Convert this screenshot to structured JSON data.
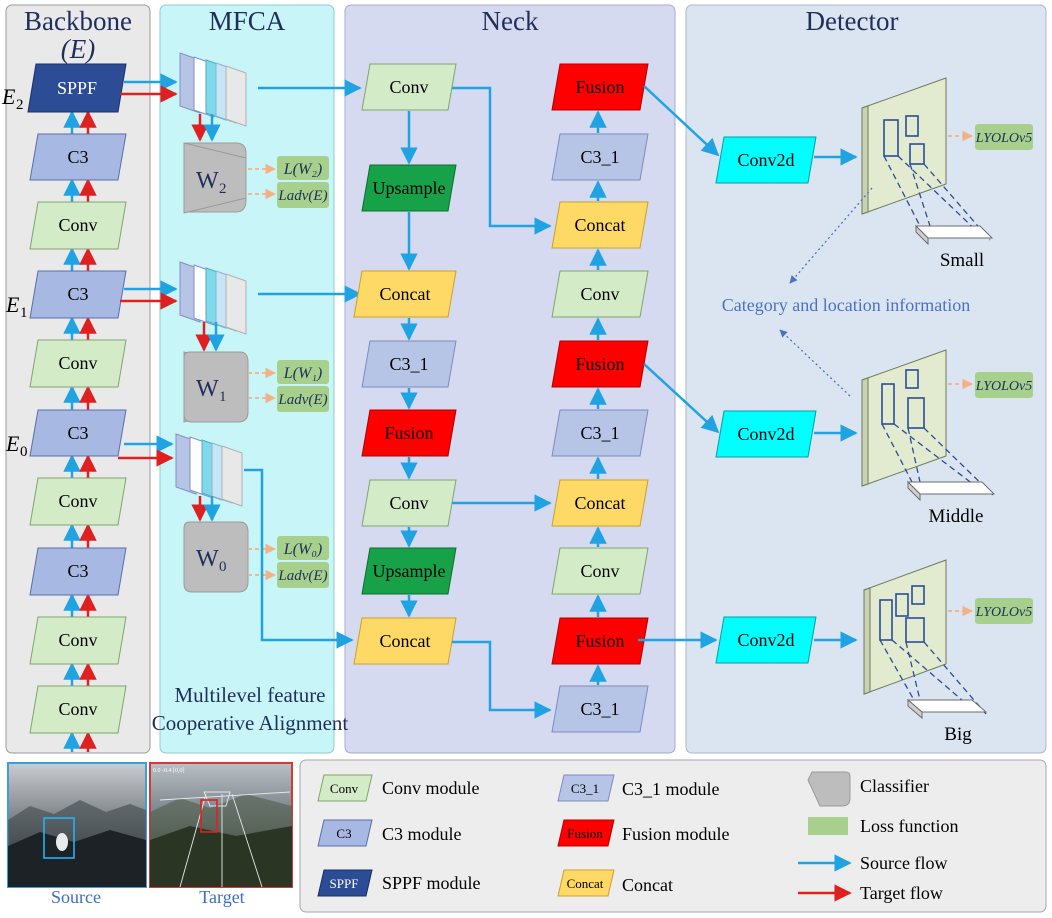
{
  "sections": {
    "backbone": "Backbone",
    "backbone_sub": "(E)",
    "mfca": "MFCA",
    "neck": "Neck",
    "detector": "Detector"
  },
  "backbone": {
    "sppf": "SPPF",
    "c3": "C3",
    "conv": "Conv",
    "e2": "E",
    "e2_sub": "2",
    "e1": "E",
    "e1_sub": "1",
    "e0": "E",
    "e0_sub": "0"
  },
  "mfca": {
    "w2": "W",
    "w2_sub": "2",
    "w1": "W",
    "w1_sub": "1",
    "w0": "W",
    "w0_sub": "0",
    "loss_w2": "L(W₂)",
    "loss_w1": "L(W₁)",
    "loss_w0": "L(W₀)",
    "loss_adv": "Ladv(E)",
    "caption_line1": "Multilevel feature",
    "caption_line2": "Cooperative Alignment"
  },
  "neck": {
    "conv": "Conv",
    "upsample": "Upsample",
    "concat": "Concat",
    "c3_1": "C3_1",
    "fusion": "Fusion"
  },
  "detector": {
    "conv2d": "Conv2d",
    "loss": "LYOLOv5",
    "small": "Small",
    "middle": "Middle",
    "big": "Big",
    "info": "Category and location information"
  },
  "images": {
    "source": "Source",
    "target": "Target",
    "overlay_text": "0.0 -0.4 [0,0]"
  },
  "legend": {
    "conv_icon": "Conv",
    "conv_label": "Conv module",
    "c3_icon": "C3",
    "c3_label": "C3 module",
    "sppf_icon": "SPPF",
    "sppf_label": "SPPF module",
    "c3_1_icon": "C3_1",
    "c3_1_label": "C3_1 module",
    "fusion_icon": "Fusion",
    "fusion_label": "Fusion module",
    "concat_icon": "Concat",
    "concat_label": "Concat",
    "classifier_label": "Classifier",
    "loss_label": "Loss function",
    "source_flow": "Source flow",
    "target_flow": "Target flow"
  },
  "colors": {
    "conv": "#d4ebc8",
    "c3": "#a7b8e2",
    "sppf": "#2c4d96",
    "c3_1": "#b6c4e6",
    "fusion": "#ff0000",
    "concat": "#ffd966",
    "upsample": "#17a148",
    "conv2d": "#00ffff",
    "classifier": "#bdbdbd",
    "loss": "#a8d08d",
    "source_flow": "#1fa3e3",
    "target_flow": "#e02020",
    "loss_arrow": "#f4b183",
    "backbone_bg": "#e9e9ea",
    "mfca_bg": "#c8f6f8",
    "neck_bg": "#d5daf1",
    "detector_bg": "#dbe5f1",
    "info_text": "#4a72c4"
  }
}
